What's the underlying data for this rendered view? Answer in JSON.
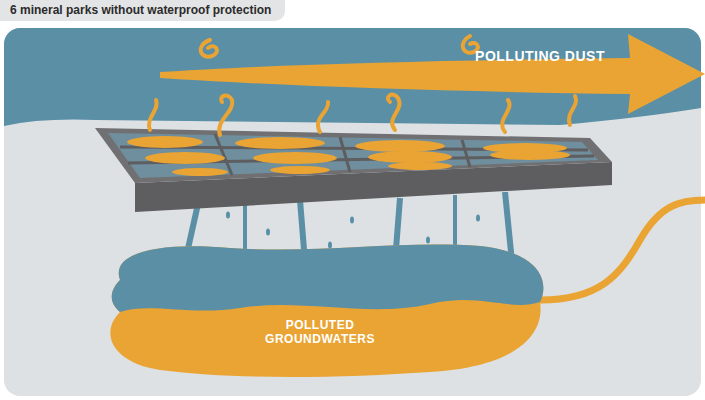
{
  "diagram": {
    "title": "6 mineral parks without waterproof protection",
    "nodes": [
      {
        "text": [
          "POLLUTING DUST"
        ]
      },
      {
        "text": [
          "POLLUTED GROUNDWATERS"
        ]
      }
    ]
  }
}
